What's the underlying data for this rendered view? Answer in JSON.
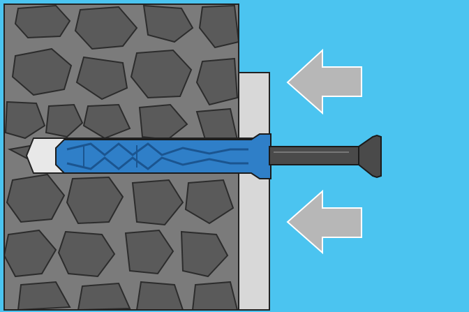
{
  "diagram": {
    "subject": "anchor-plug-with-nail-screw-installation",
    "colors": {
      "masonry": "#7b7b7b",
      "stone": "#5a5a5a",
      "background": "#4bc4f0",
      "board": "#d8d8d8",
      "plug": "#2f7fc8",
      "plug_dark": "#1b5590",
      "nail": "#4a4a4a",
      "arrow": "#b7b7b7",
      "outline": "#222222"
    },
    "arrows": [
      {
        "direction": "left"
      },
      {
        "direction": "left"
      }
    ]
  }
}
